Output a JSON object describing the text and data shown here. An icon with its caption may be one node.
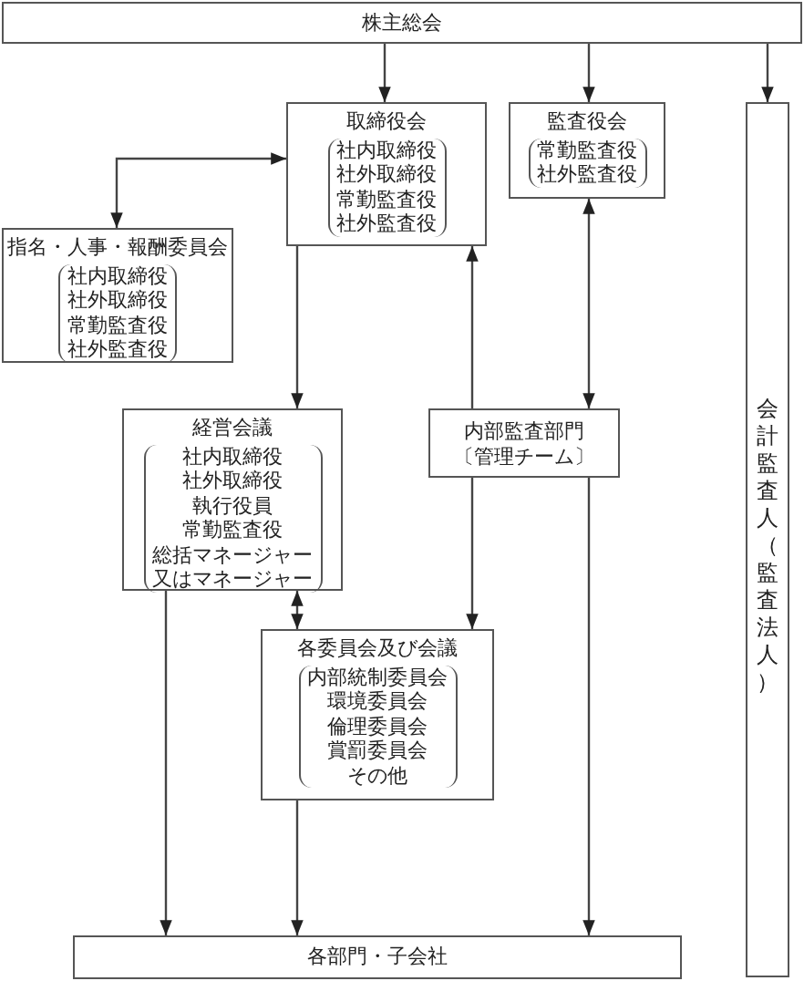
{
  "diagram": {
    "nodes": [
      {
        "text": [
          "株主総会"
        ]
      },
      {
        "text": [
          "取締役会",
          "社内取締役",
          "社外取締役",
          "常勤監査役",
          "社外監査役"
        ]
      },
      {
        "text": [
          "監査役会",
          "常勤監査役",
          "社外監査役"
        ]
      },
      {
        "text": [
          "会計監査人（監査法人）"
        ]
      },
      {
        "text": [
          "指名・人事・報酬委員会",
          "社内取締役",
          "社外取締役",
          "常勤監査役",
          "社外監査役"
        ]
      },
      {
        "text": [
          "経営会議",
          "社内取締役",
          "社外取締役",
          "執行役員",
          "常勤監査役",
          "総括マネージャー",
          "又はマネージャー"
        ]
      },
      {
        "text": [
          "内部監査部門",
          "〔管理チーム〕"
        ]
      },
      {
        "text": [
          "各委員会及び会議",
          "内部統制委員会",
          "環境委員会",
          "倫理委員会",
          "賞罰委員会",
          "その他"
        ]
      },
      {
        "text": [
          "各部門・子会社"
        ]
      }
    ],
    "edges": [
      {
        "from": 0,
        "to": 1,
        "arrow": "to"
      },
      {
        "from": 0,
        "to": 2,
        "arrow": "to"
      },
      {
        "from": 0,
        "to": 3,
        "arrow": "to"
      },
      {
        "from": 4,
        "to": 1,
        "arrow": "both"
      },
      {
        "from": 1,
        "to": 5,
        "arrow": "to"
      },
      {
        "from": 6,
        "to": 1,
        "arrow": "to"
      },
      {
        "from": 2,
        "to": 6,
        "arrow": "both"
      },
      {
        "from": 5,
        "to": 7,
        "arrow": "both"
      },
      {
        "from": 6,
        "to": 7,
        "arrow": "to"
      },
      {
        "from": 5,
        "to": 8,
        "arrow": "to"
      },
      {
        "from": 7,
        "to": 8,
        "arrow": "to"
      },
      {
        "from": 6,
        "to": 8,
        "arrow": "to"
      }
    ]
  }
}
